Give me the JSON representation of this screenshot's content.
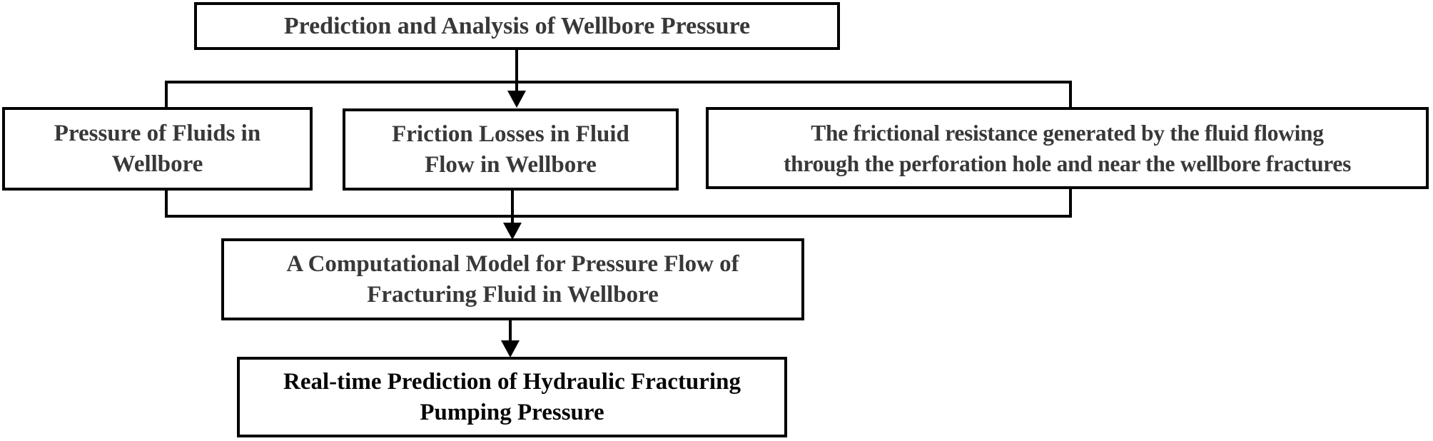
{
  "diagram": {
    "type": "flowchart",
    "background_color": "#ffffff",
    "border_color": "#000000",
    "text_color": "#383838",
    "result_text_color": "#050505",
    "nodes": {
      "root": {
        "label": "Prediction and Analysis of Wellbore Pressure"
      },
      "factor1": {
        "label": "Pressure of Fluids in\nWellbore"
      },
      "factor2": {
        "label": "Friction Losses in Fluid\nFlow in Wellbore"
      },
      "factor3": {
        "label": "The frictional resistance generated by the fluid flowing\nthrough the perforation hole and near the wellbore fractures"
      },
      "model": {
        "label": "A Computational Model for Pressure Flow of\nFracturing Fluid in Wellbore"
      },
      "result": {
        "label": "Real-time Prediction of Hydraulic Fracturing\nPumping Pressure"
      }
    },
    "edges": [
      {
        "from": "root",
        "to": "factor2",
        "style": "arrow-through-split-bracket"
      },
      {
        "from": "split-bracket",
        "to": "factor1",
        "style": "line"
      },
      {
        "from": "split-bracket",
        "to": "factor3",
        "style": "line"
      },
      {
        "from": "factor1",
        "to": "merge-bracket",
        "style": "line"
      },
      {
        "from": "factor3",
        "to": "merge-bracket",
        "style": "line"
      },
      {
        "from": "factor2",
        "to": "model",
        "style": "arrow-through-merge-bracket"
      },
      {
        "from": "model",
        "to": "result",
        "style": "arrow"
      }
    ]
  }
}
